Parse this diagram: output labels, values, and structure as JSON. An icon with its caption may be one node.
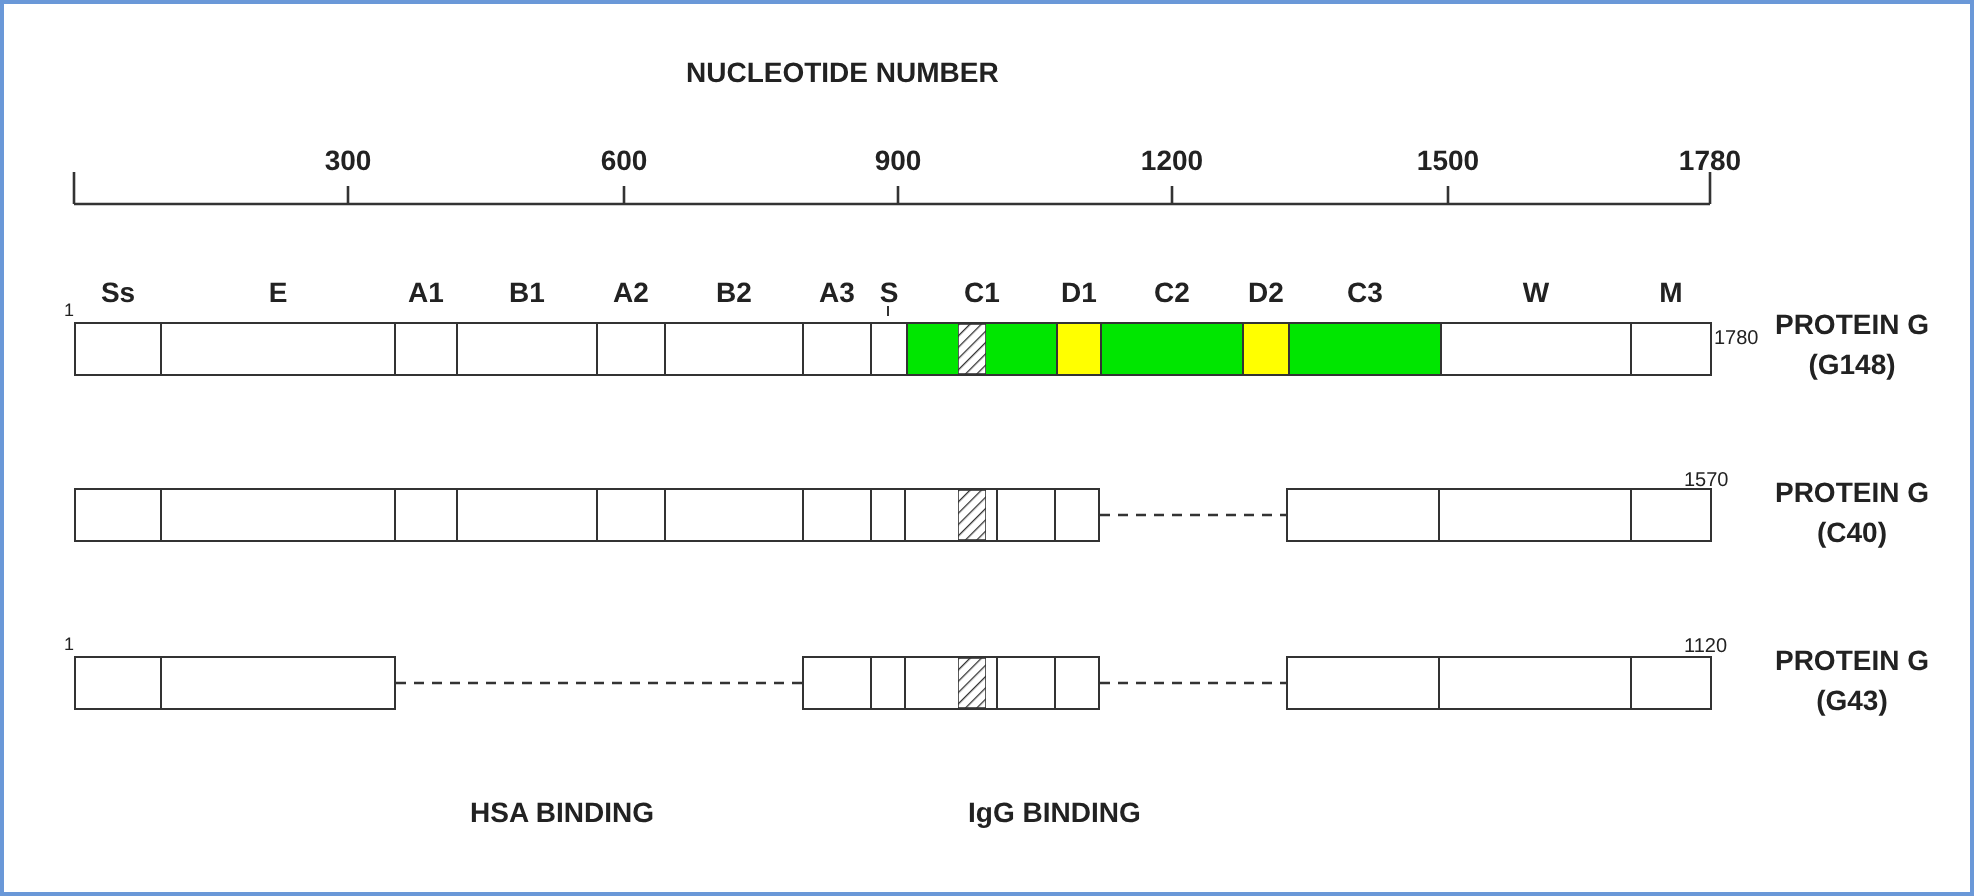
{
  "diagram": {
    "title": "NUCLEOTIDE NUMBER",
    "nodes": [
      {
        "text": [
          "Ss"
        ]
      },
      {
        "text": [
          "E"
        ]
      },
      {
        "text": [
          "A1"
        ]
      },
      {
        "text": [
          "B1"
        ]
      },
      {
        "text": [
          "A2"
        ]
      },
      {
        "text": [
          "B2"
        ]
      },
      {
        "text": [
          "A3"
        ]
      },
      {
        "text": [
          "S"
        ]
      },
      {
        "text": [
          "C1"
        ]
      },
      {
        "text": [
          "D1"
        ]
      },
      {
        "text": [
          "C2"
        ]
      },
      {
        "text": [
          "D2"
        ]
      },
      {
        "text": [
          "C3"
        ]
      },
      {
        "text": [
          "W"
        ]
      },
      {
        "text": [
          "M"
        ]
      },
      {
        "text": [],
        "shape": "box"
      },
      {
        "text": [],
        "shape": "box"
      },
      {
        "text": [],
        "shape": "box"
      },
      {
        "text": [],
        "shape": "box"
      },
      {
        "text": [],
        "shape": "box"
      },
      {
        "text": [],
        "shape": "box"
      },
      {
        "text": [],
        "shape": "box"
      },
      {
        "text": [],
        "shape": "box"
      },
      {
        "text": [],
        "shape": "box"
      },
      {
        "text": [],
        "shape": "box"
      },
      {
        "text": [],
        "shape": "box"
      },
      {
        "text": [],
        "shape": "box"
      },
      {
        "text": [],
        "shape": "box"
      },
      {
        "text": [],
        "shape": "box"
      },
      {
        "text": [],
        "shape": "box"
      },
      {
        "text": [],
        "shape": "box"
      },
      {
        "text": [],
        "shape": "box"
      },
      {
        "text": [],
        "shape": "box"
      },
      {
        "text": [],
        "shape": "box"
      },
      {
        "text": [],
        "shape": "box"
      },
      {
        "text": [],
        "shape": "box"
      },
      {
        "text": [],
        "shape": "box"
      },
      {
        "text": [],
        "shape": "box"
      },
      {
        "text": [],
        "shape": "box"
      }
    ],
    "edges": [
      {
        "from": 25,
        "to": 26,
        "arrow": "none",
        "style": "dashed"
      },
      {
        "from": 30,
        "to": 31,
        "arrow": "none",
        "style": "dashed"
      },
      {
        "from": 35,
        "to": 36,
        "arrow": "none",
        "style": "dashed"
      }
    ],
    "labels": [
      "300",
      "600",
      "900",
      "1200",
      "1500",
      "1780",
      "1",
      "1780",
      "PROTEIN G (G148)",
      "1570",
      "PROTEIN G (C40)",
      "1",
      "1120",
      "PROTEIN G (G43)",
      "HSA BINDING",
      "IgG BINDING"
    ]
  }
}
